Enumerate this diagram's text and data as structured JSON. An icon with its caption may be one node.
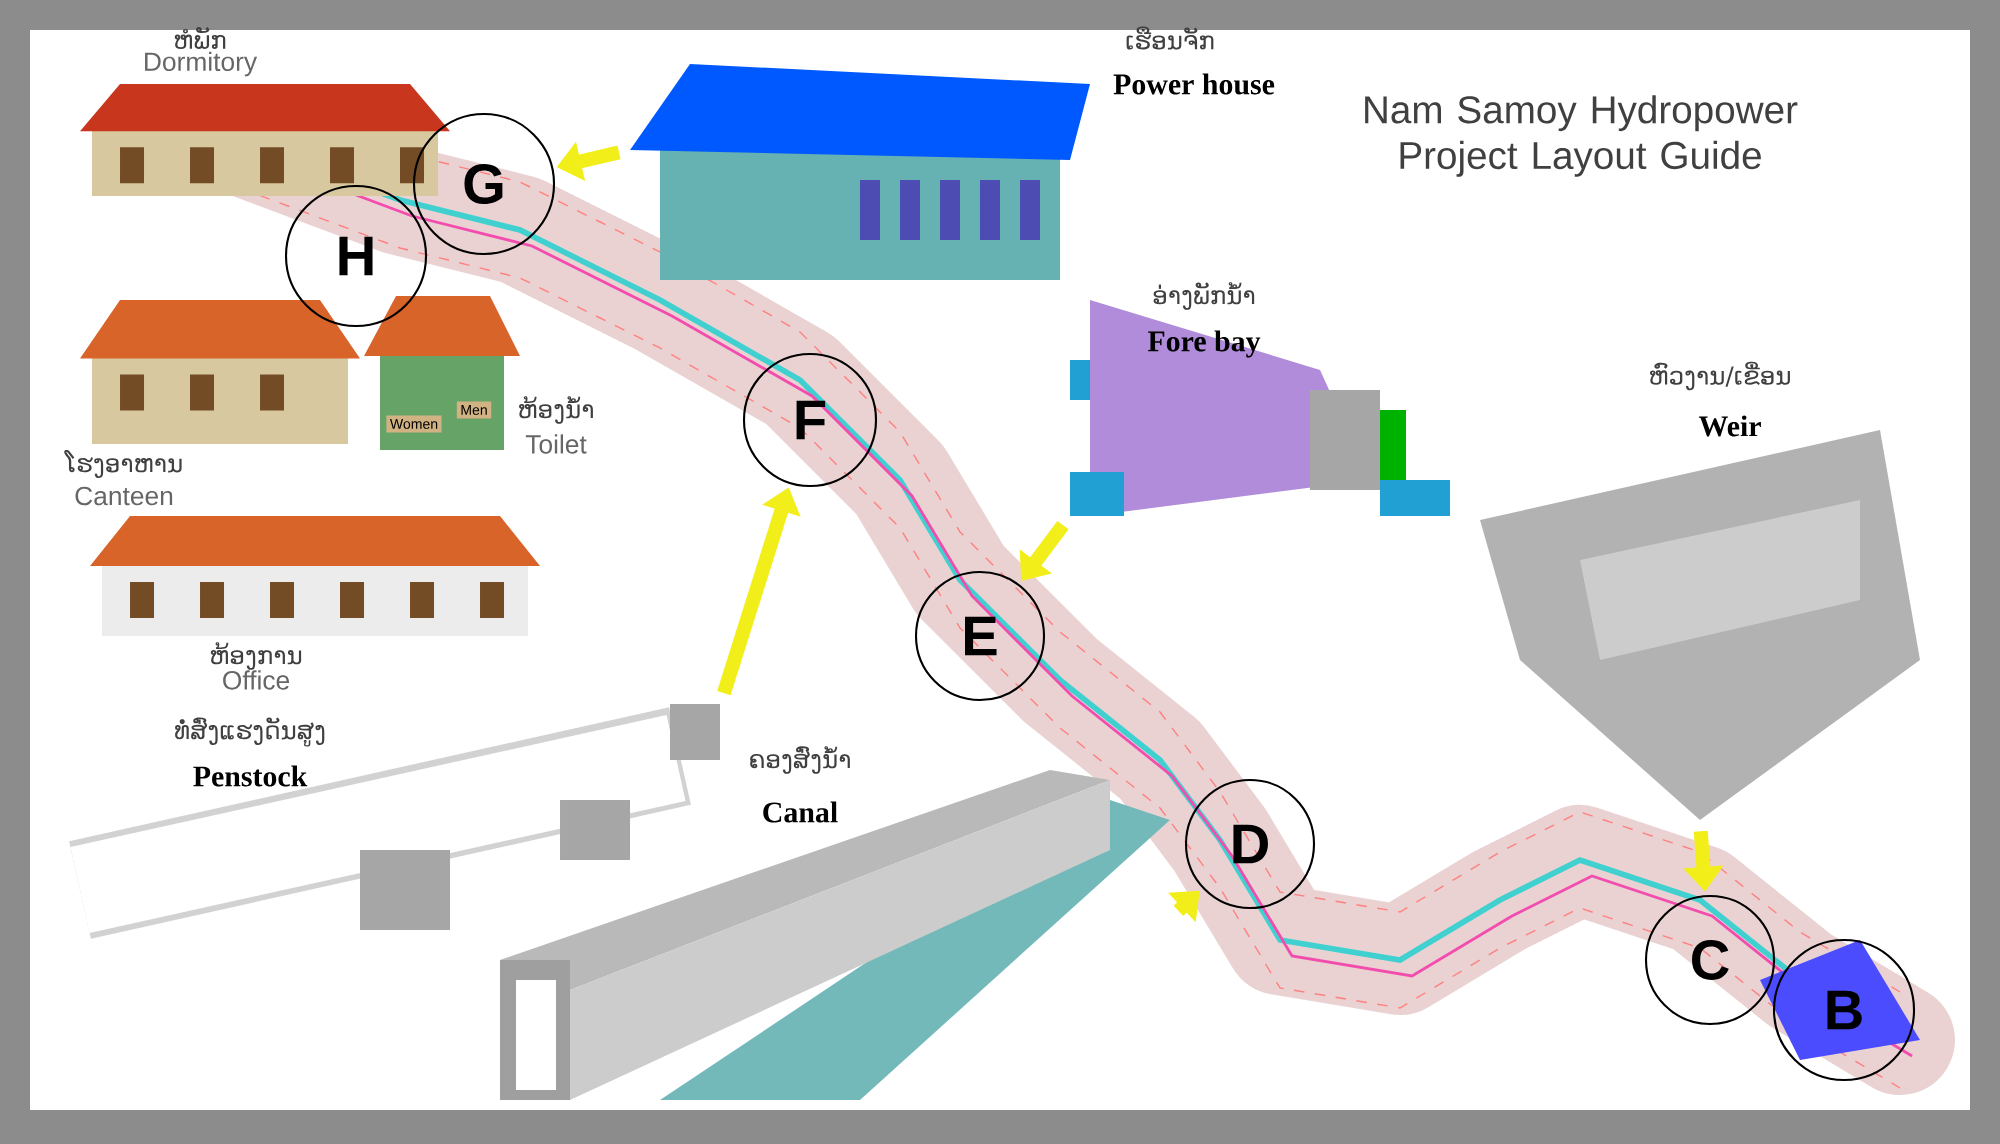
{
  "diagram": {
    "title": "Nam Samoy Hydropower Project Layout Guide",
    "nodes": [
      {
        "text": [
          "ຫໍພັກ",
          "Dormitory"
        ]
      },
      {
        "text": [
          "ເຮືອນຈັກ",
          "Power house"
        ]
      },
      {
        "text": [
          "ໂຮງອາຫານ",
          "Canteen"
        ]
      },
      {
        "text": [
          "ຫ້ອງນ້ຳ",
          "Toilet"
        ]
      },
      {
        "text": [
          "ຫ້ອງການ",
          "Office"
        ]
      },
      {
        "text": [
          "ທໍ່ສົ່ງແຮງດັນສູງ",
          "Penstock"
        ]
      },
      {
        "text": [
          "ຄອງສົ່ງນ້ຳ",
          "Canal"
        ]
      },
      {
        "text": [
          "ອ່າງພັກນ້ຳ",
          "Fore bay"
        ]
      },
      {
        "text": [
          "ຫົວງານ/ເຂື່ອນ",
          "Weir"
        ]
      },
      {
        "text": [
          "G"
        ]
      },
      {
        "text": [
          "H"
        ]
      },
      {
        "text": [
          "F"
        ]
      },
      {
        "text": [
          "E"
        ]
      },
      {
        "text": [
          "D"
        ]
      },
      {
        "text": [
          "C"
        ]
      },
      {
        "text": [
          "B"
        ]
      }
    ],
    "edges": [
      {
        "from": 1,
        "to": 9,
        "arrow": "to"
      },
      {
        "from": 5,
        "to": 11,
        "arrow": "to"
      },
      {
        "from": 7,
        "to": 12,
        "arrow": "to"
      },
      {
        "from": 6,
        "to": 13,
        "arrow": "to"
      },
      {
        "from": 8,
        "to": 14,
        "arrow": "to"
      }
    ],
    "labels": [
      "Women",
      "Men"
    ]
  }
}
